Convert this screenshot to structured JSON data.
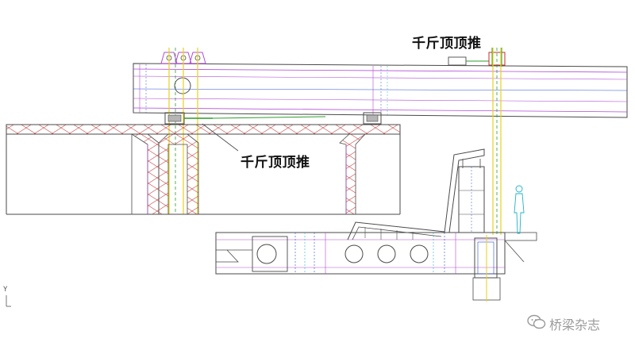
{
  "labels": {
    "jack_push_top": "千斤顶顶推",
    "jack_push_mid": "千斤顶顶推"
  },
  "watermark": {
    "text": "桥梁杂志",
    "icon": "wechat-bubble-icon"
  },
  "axis_marker": "Y",
  "colors": {
    "outline": "#4a4a4a",
    "purple": "#b24bd6",
    "yellow": "#e6d21a",
    "green": "#2e9c2e",
    "red": "#cc2a2a",
    "blue": "#2a4fd6",
    "cyan": "#1fb3c8"
  }
}
